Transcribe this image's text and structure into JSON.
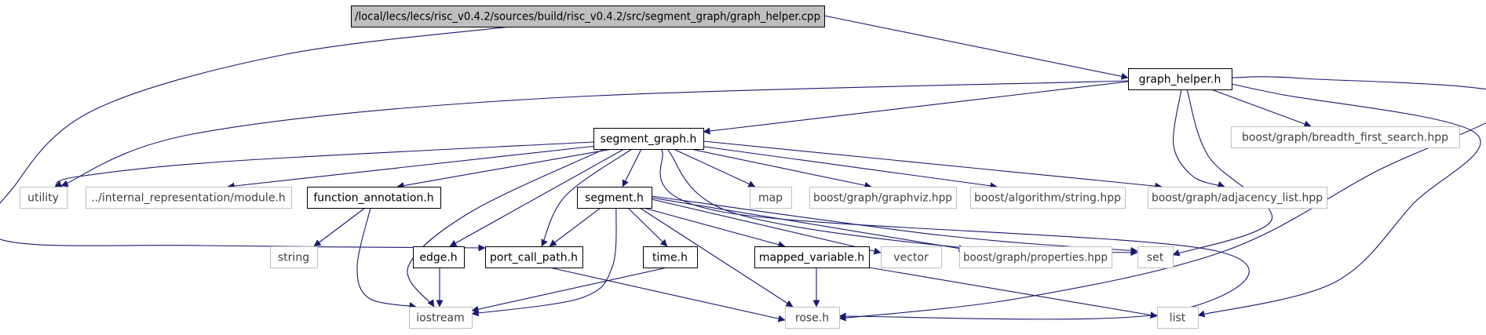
{
  "diagram": {
    "type": "include-dependency-graph",
    "colors": {
      "edge": "#191970",
      "root_fill": "#bfbfbf",
      "node_fill": "#ffffff",
      "documented_stroke": "#000000",
      "external_stroke": "#bfbfbf",
      "text_dark": "#000000",
      "text_external": "#3f3f3f"
    },
    "nodes": [
      {
        "id": "root",
        "label": "/local/lecs/lecs/risc_v0.4.2/sources/build/risc_v0.4.2/src/segment_graph/graph_helper.cpp",
        "kind": "root"
      },
      {
        "id": "graph_helper_h",
        "label": "graph_helper.h",
        "kind": "documented"
      },
      {
        "id": "segment_graph_h",
        "label": "segment_graph.h",
        "kind": "documented"
      },
      {
        "id": "bfs_hpp",
        "label": "boost/graph/breadth_first_search.hpp",
        "kind": "external"
      },
      {
        "id": "utility",
        "label": "utility",
        "kind": "external"
      },
      {
        "id": "module_h",
        "label": "../internal_representation/module.h",
        "kind": "external"
      },
      {
        "id": "function_annotation_h",
        "label": "function_annotation.h",
        "kind": "documented"
      },
      {
        "id": "segment_h",
        "label": "segment.h",
        "kind": "documented"
      },
      {
        "id": "map",
        "label": "map",
        "kind": "external"
      },
      {
        "id": "graphviz_hpp",
        "label": "boost/graph/graphviz.hpp",
        "kind": "external"
      },
      {
        "id": "string_hpp",
        "label": "boost/algorithm/string.hpp",
        "kind": "external"
      },
      {
        "id": "adjacency_list_hpp",
        "label": "boost/graph/adjacency_list.hpp",
        "kind": "external"
      },
      {
        "id": "string",
        "label": "string",
        "kind": "external"
      },
      {
        "id": "edge_h",
        "label": "edge.h",
        "kind": "documented"
      },
      {
        "id": "port_call_path_h",
        "label": "port_call_path.h",
        "kind": "documented"
      },
      {
        "id": "time_h",
        "label": "time.h",
        "kind": "documented"
      },
      {
        "id": "mapped_variable_h",
        "label": "mapped_variable.h",
        "kind": "documented"
      },
      {
        "id": "vector",
        "label": "vector",
        "kind": "external"
      },
      {
        "id": "properties_hpp",
        "label": "boost/graph/properties.hpp",
        "kind": "external"
      },
      {
        "id": "set",
        "label": "set",
        "kind": "external"
      },
      {
        "id": "iostream",
        "label": "iostream",
        "kind": "external"
      },
      {
        "id": "rose_h",
        "label": "rose.h",
        "kind": "external"
      },
      {
        "id": "list",
        "label": "list",
        "kind": "external"
      }
    ],
    "edges": [
      [
        "root",
        "graph_helper_h"
      ],
      [
        "root",
        "port_call_path_h"
      ],
      [
        "graph_helper_h",
        "segment_graph_h"
      ],
      [
        "graph_helper_h",
        "utility"
      ],
      [
        "graph_helper_h",
        "bfs_hpp"
      ],
      [
        "graph_helper_h",
        "adjacency_list_hpp"
      ],
      [
        "graph_helper_h",
        "set"
      ],
      [
        "graph_helper_h",
        "rose_h"
      ],
      [
        "graph_helper_h",
        "list"
      ],
      [
        "segment_graph_h",
        "utility"
      ],
      [
        "segment_graph_h",
        "module_h"
      ],
      [
        "segment_graph_h",
        "function_annotation_h"
      ],
      [
        "segment_graph_h",
        "segment_h"
      ],
      [
        "segment_graph_h",
        "map"
      ],
      [
        "segment_graph_h",
        "graphviz_hpp"
      ],
      [
        "segment_graph_h",
        "string_hpp"
      ],
      [
        "segment_graph_h",
        "adjacency_list_hpp"
      ],
      [
        "segment_graph_h",
        "iostream"
      ],
      [
        "segment_graph_h",
        "edge_h"
      ],
      [
        "segment_graph_h",
        "port_call_path_h"
      ],
      [
        "segment_graph_h",
        "set"
      ],
      [
        "segment_graph_h",
        "rose_h"
      ],
      [
        "function_annotation_h",
        "string"
      ],
      [
        "function_annotation_h",
        "iostream"
      ],
      [
        "segment_h",
        "port_call_path_h"
      ],
      [
        "segment_h",
        "time_h"
      ],
      [
        "segment_h",
        "mapped_variable_h"
      ],
      [
        "segment_h",
        "vector"
      ],
      [
        "segment_h",
        "properties_hpp"
      ],
      [
        "segment_h",
        "set"
      ],
      [
        "segment_h",
        "iostream"
      ],
      [
        "segment_h",
        "rose_h"
      ],
      [
        "edge_h",
        "iostream"
      ],
      [
        "port_call_path_h",
        "rose_h"
      ],
      [
        "time_h",
        "iostream"
      ],
      [
        "mapped_variable_h",
        "rose_h"
      ],
      [
        "mapped_variable_h",
        "list"
      ]
    ]
  }
}
